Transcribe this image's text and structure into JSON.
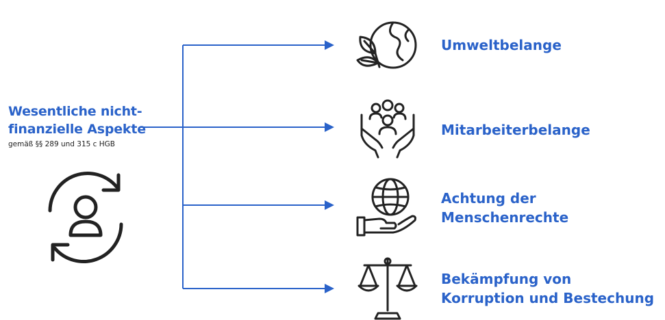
{
  "heading": {
    "title_line1": "Wesentliche nicht-",
    "title_line2": "finanzielle Aspekte",
    "subtitle": "gemäß §§ 289 und 315 c HGB"
  },
  "categories": [
    {
      "label": "Umweltbelange",
      "icon": "globe-leaves-icon"
    },
    {
      "label": "Mitarbeiterbelange",
      "icon": "people-hands-icon"
    },
    {
      "label_line1": "Achtung der",
      "label_line2": "Menschenrechte",
      "icon": "globe-hand-icon"
    },
    {
      "label_line1": "Bekämpfung von",
      "label_line2": "Korruption und Bestechung",
      "icon": "scales-icon"
    }
  ],
  "colors": {
    "accent": "#2a62c9",
    "line": "#2a62c9",
    "icon": "#222222"
  }
}
